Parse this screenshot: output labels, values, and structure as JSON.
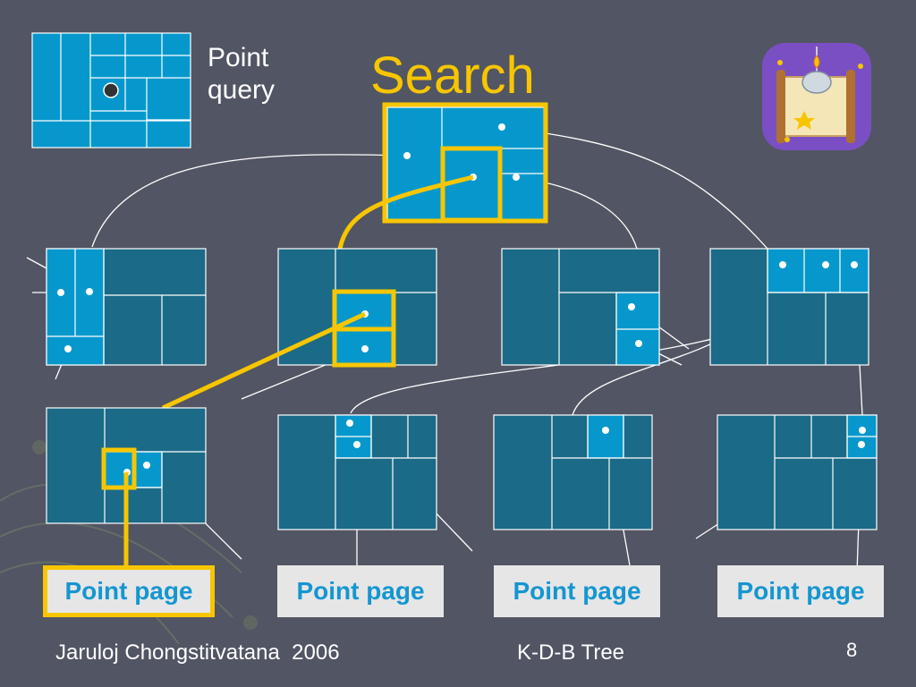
{
  "slide": {
    "title": "Search",
    "point_query_line1": "Point",
    "point_query_line2": "query",
    "point_pages": [
      "Point page",
      "Point page",
      "Point page",
      "Point page"
    ],
    "footer_author": "Jaruloj Chongstitvatana  2006",
    "footer_subject": "K-D-B Tree",
    "page_number": "8"
  },
  "colors": {
    "background": "#525563",
    "region_light": "#0698cc",
    "region_dark": "#1b6a87",
    "highlight": "#f7c600",
    "title": "#f7c600",
    "page_box": "#e6e6e6",
    "page_text": "#1596d0"
  },
  "icons": {
    "clipart": "scroll-lamp-clipart"
  }
}
